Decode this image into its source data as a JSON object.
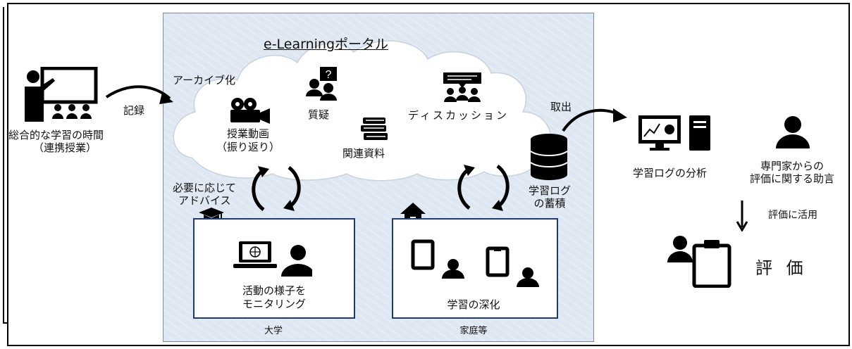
{
  "portal": {
    "title": "e-Learningポータル"
  },
  "left": {
    "caption_line1": "総合的な学習の時間",
    "caption_line2": "（連携授業）",
    "arrow_label": "記録"
  },
  "cloud": {
    "archive_label": "アーカイブ化",
    "video_line1": "授業動画",
    "video_line2": "（振り返り）",
    "qa_label": "質疑",
    "discussion_label": "ディスカッション",
    "materials_label": "関連資料"
  },
  "university": {
    "advice_line1": "必要に応じて",
    "advice_line2": "アドバイス",
    "box_line1": "活動の様子を",
    "box_line2": "モニタリング",
    "footer": "大学"
  },
  "home": {
    "box_label": "学習の深化",
    "footer": "家庭等"
  },
  "database": {
    "label_line1": "学習ログ",
    "label_line2": "の蓄積",
    "extract_label": "取出"
  },
  "right": {
    "analysis_label": "学習ログの分析",
    "expert_line1": "専門家からの",
    "expert_line2": "評価に関する助言",
    "use_label": "評価に活用",
    "evaluation_label": "評 価"
  },
  "icons": [
    "teacher-whiteboard-icon",
    "video-camera-icon",
    "question-icon",
    "books-icon",
    "discussion-icon",
    "database-icon",
    "graduation-cap-icon",
    "laptop-user-icon",
    "house-icon",
    "tablet-user-icon",
    "computer-chart-icon",
    "expert-icon",
    "clipboard-user-icon"
  ]
}
